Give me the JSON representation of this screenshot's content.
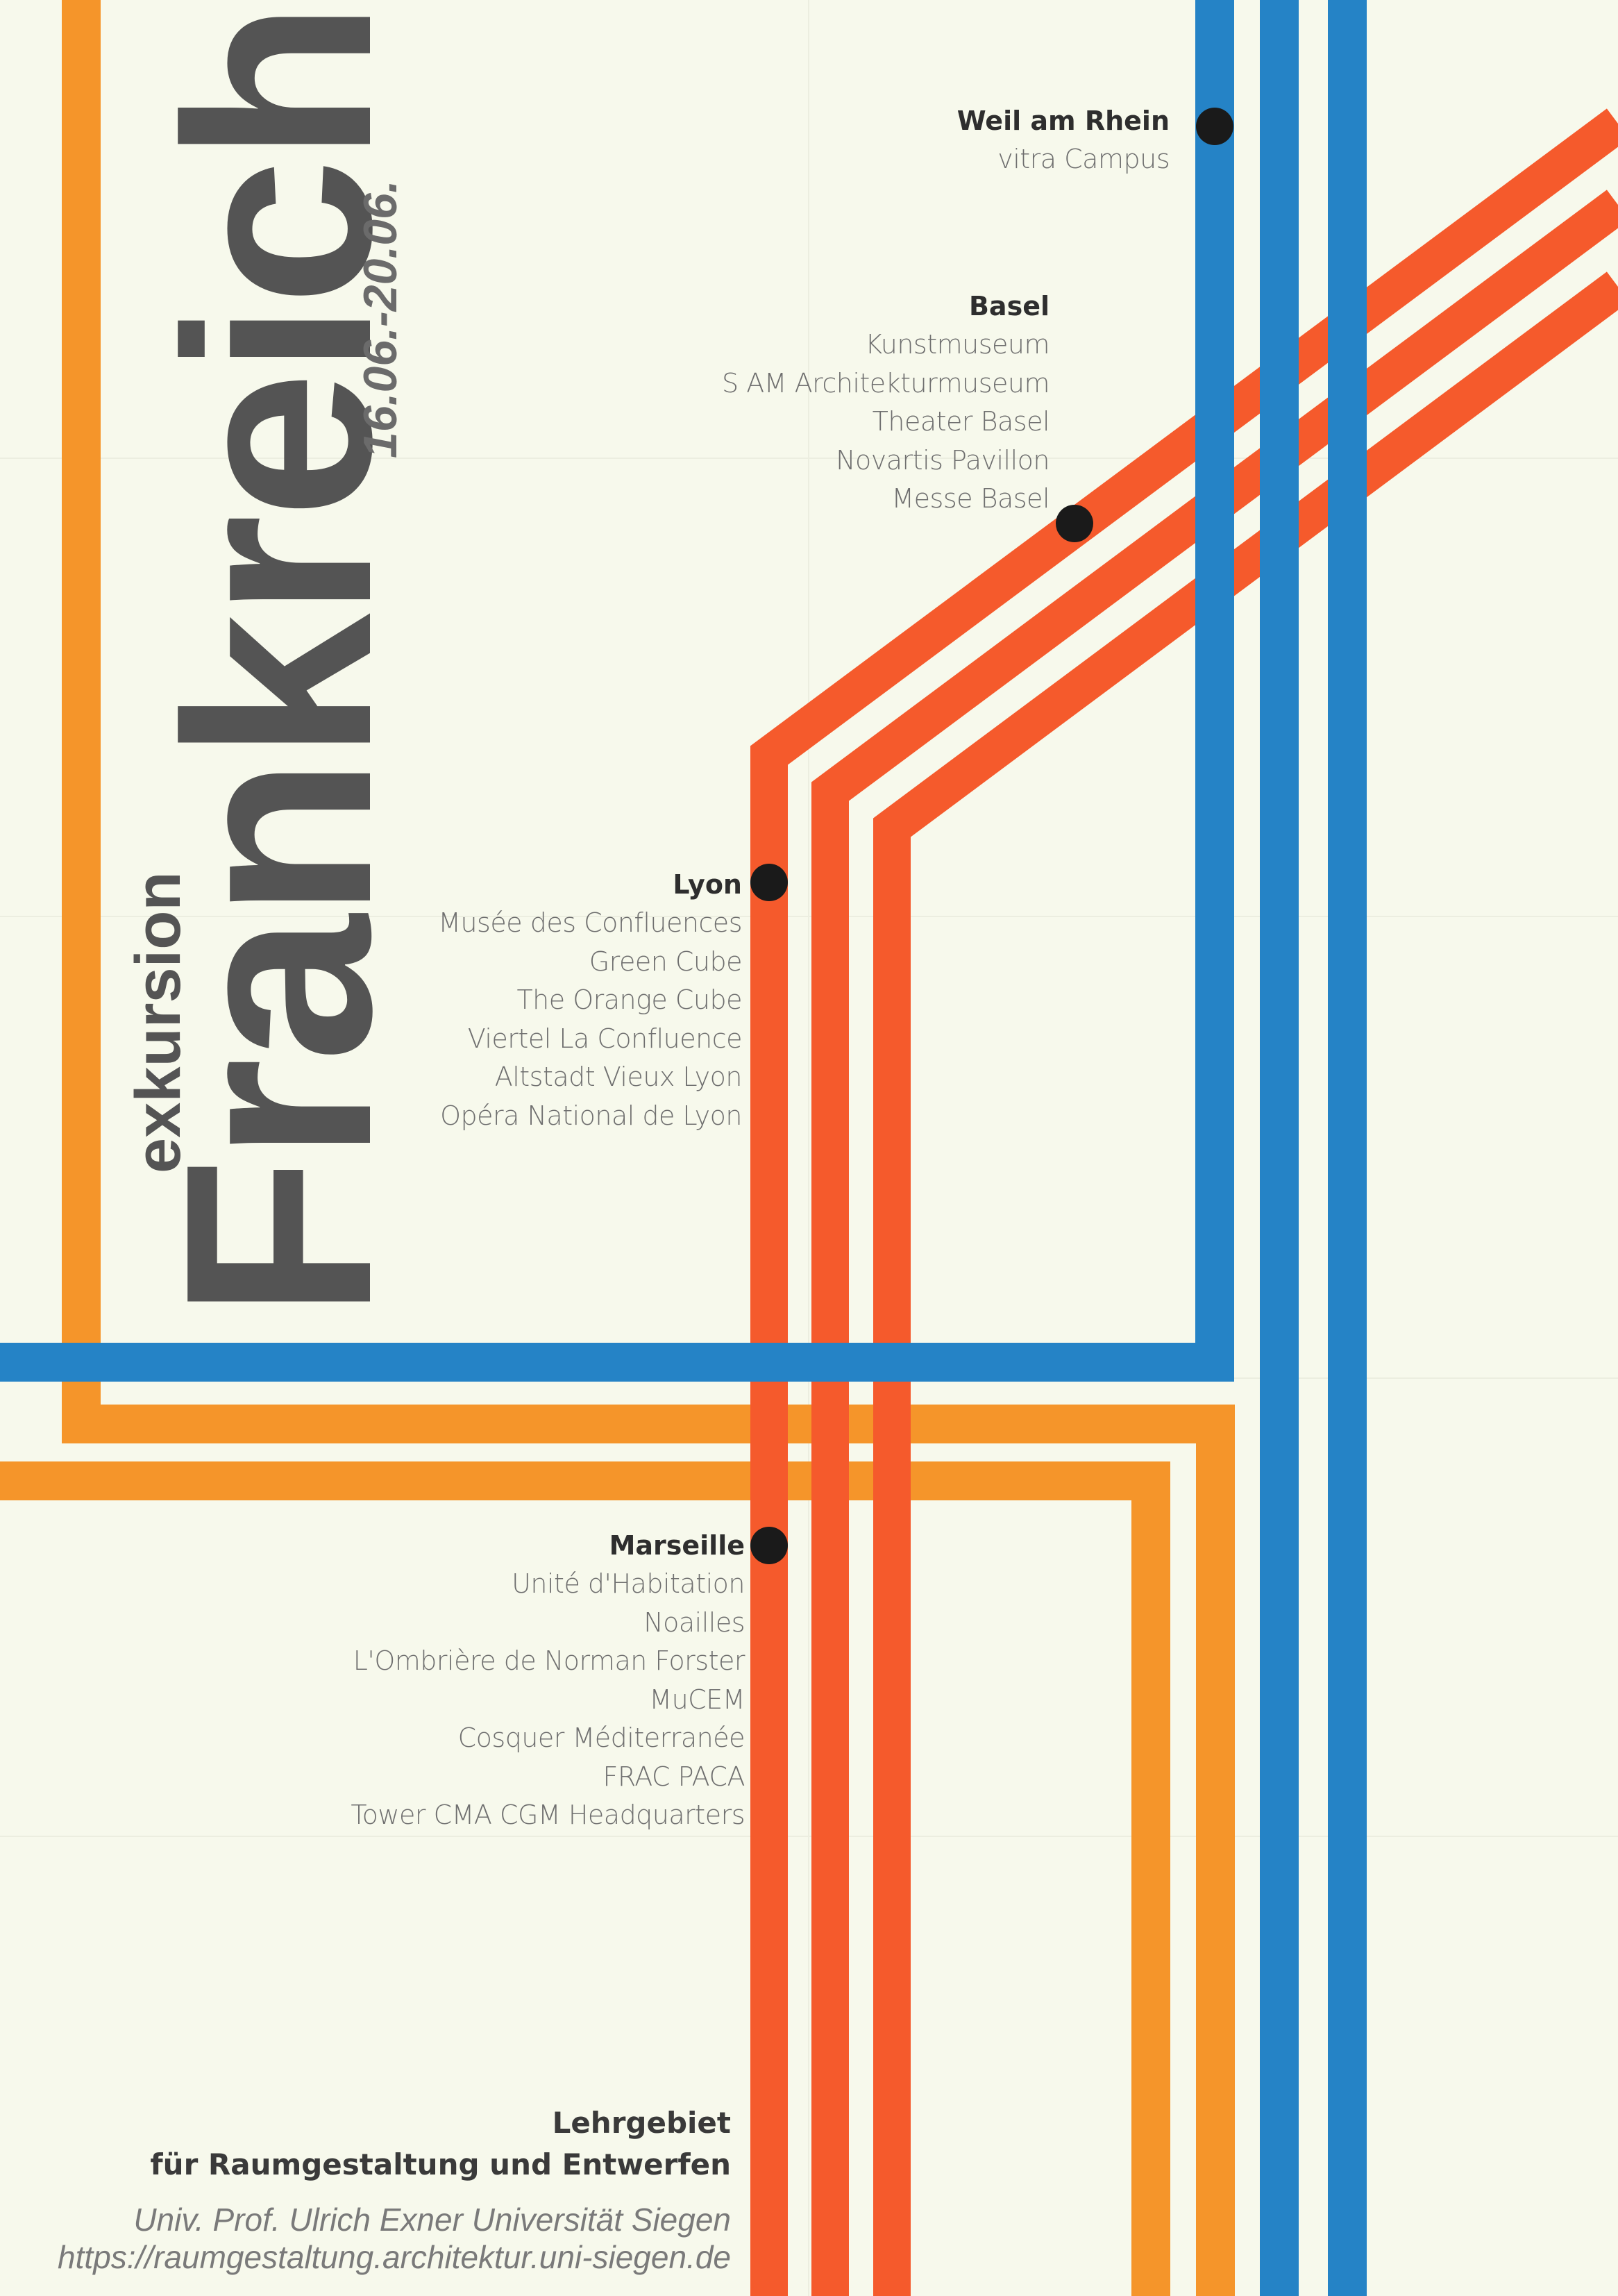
{
  "poster": {
    "title_small": "exkursion",
    "title_big": "Frankreich",
    "dates": "16.06.-20.06."
  },
  "colors": {
    "background": "#f7f9ec",
    "orange_line": "#f5952a",
    "red_line": "#f55a2c",
    "blue_line": "#2583c6",
    "stop_dot": "#1a1a1a",
    "title_text": "#545454"
  },
  "stops": {
    "weil": {
      "name": "Weil am Rhein",
      "places": [
        "vitra Campus"
      ]
    },
    "basel": {
      "name": "Basel",
      "places": [
        "Kunstmuseum",
        "S AM Architekturmuseum",
        "Theater Basel",
        "Novartis Pavillon",
        "Messe Basel"
      ]
    },
    "lyon": {
      "name": "Lyon",
      "places": [
        "Musée des Confluences",
        "Green Cube",
        "The Orange Cube",
        "Viertel La Confluence",
        "Altstadt Vieux Lyon",
        "Opéra National de Lyon"
      ]
    },
    "marseille": {
      "name": "Marseille",
      "places": [
        "Unité d'Habitation",
        "Noailles",
        "L'Ombrière de Norman Forster",
        "MuCEM",
        "Cosquer Méditerranée",
        "FRAC PACA",
        "Tower CMA CGM Headquarters"
      ]
    }
  },
  "footer": {
    "line1": "Lehrgebiet",
    "line2": "für Raumgestaltung und Entwerfen",
    "line3": "Univ. Prof. Ulrich Exner Universität Siegen",
    "line4": "https://raumgestaltung.architektur.uni-siegen.de"
  }
}
